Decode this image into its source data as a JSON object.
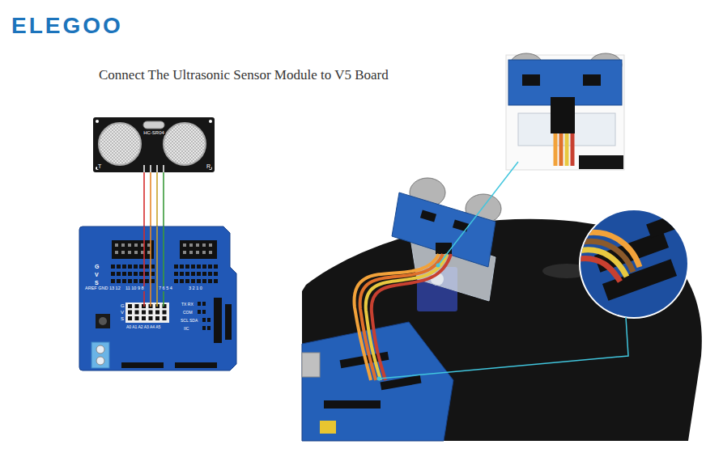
{
  "diagram": {
    "title": "Connect The Ultrasonic Sensor Module to V5 Board",
    "nodes": [
      {
        "text": [
          "HC-SR04",
          "T",
          "R"
        ]
      },
      {
        "text": [
          "G",
          "V",
          "S",
          "AREF GND 13 12",
          "11 10 9 8",
          "7 6 5 4",
          "3 2 1 0",
          "G",
          "V",
          "S",
          "A0 A1 A2 A3 A4 A5",
          "TX RX",
          "COM",
          "SCL SDA",
          "IIC"
        ]
      }
    ],
    "edges": [
      {
        "from": 0,
        "to": 1,
        "arrow": "none"
      },
      {
        "from": 0,
        "to": 1,
        "arrow": "none"
      },
      {
        "from": 0,
        "to": 1,
        "arrow": "none"
      },
      {
        "from": 0,
        "to": 1,
        "arrow": "none"
      }
    ],
    "labels": [
      "ELEGOO"
    ]
  }
}
